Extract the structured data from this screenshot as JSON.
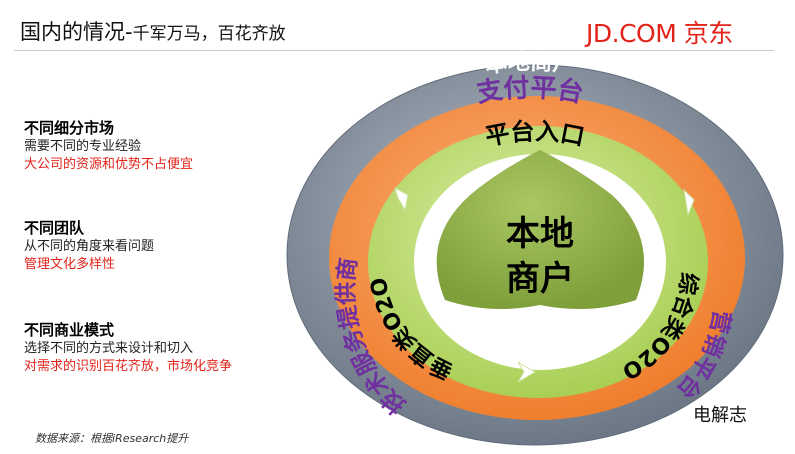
{
  "header": {
    "title_main": "国内的情况",
    "title_dash": "-",
    "title_sub": "千军万马，百花齐放",
    "brand": "JD.COM 京东"
  },
  "blocks": [
    {
      "heading": "不同细分市场",
      "line1": "需要不同的专业经验",
      "line2": "大公司的资源和优势不占便宜"
    },
    {
      "heading": "不同团队",
      "line1": "从不同的角度来看问题",
      "line2": "管理文化多样性"
    },
    {
      "heading": "不同商业模式",
      "line1": "选择不同的方式来设计和切入",
      "line2": "对需求的识别百花齐放，市场化竞争"
    }
  ],
  "diagram": {
    "outer_ring": "本地商户",
    "orange_ring": "支付平台",
    "green_ring": "平台入口",
    "center_line1": "本地",
    "center_line2": "商户",
    "left_purple": "技术服务提供商",
    "left_black": "垂直类O2O",
    "right_black": "综合类O2O",
    "right_purple": "营销平台"
  },
  "footer": {
    "source": "数据来源：根据iResearch提升",
    "author": "电解志"
  },
  "colors": {
    "accent_red": "#e2231a",
    "gray_ring": "#7f8a99",
    "orange_ring": "#f79646",
    "green_ring": "#b8d96a",
    "center": "#8fb04a",
    "purple_text": "#7030a0"
  }
}
